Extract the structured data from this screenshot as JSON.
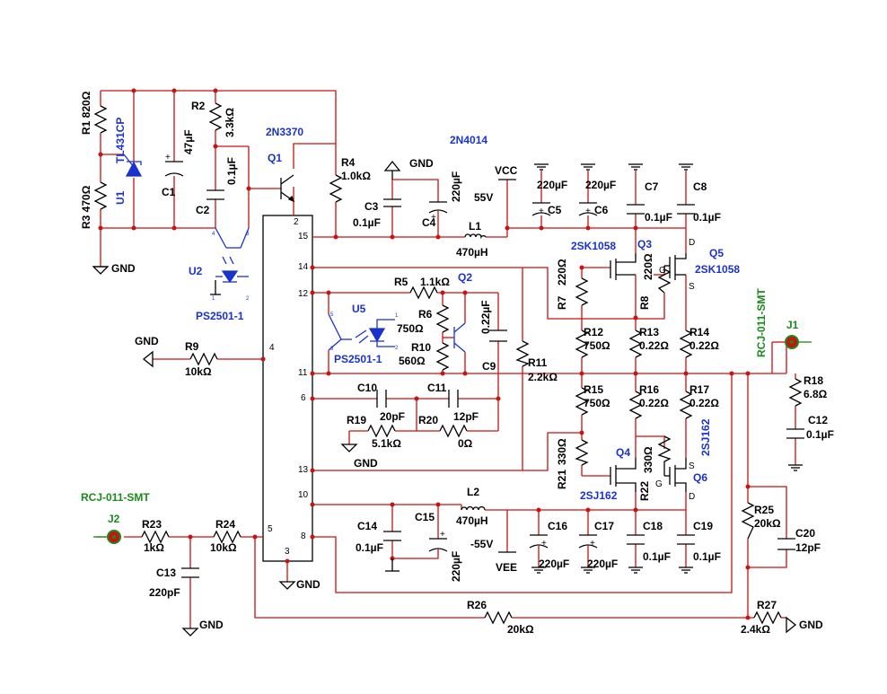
{
  "ic": {
    "pins": {
      "p2": "2",
      "p3": "3",
      "p4": "4",
      "p5": "5",
      "p6": "6",
      "p8": "8",
      "p10": "10",
      "p11": "11",
      "p12": "12",
      "p13": "13",
      "p14": "14",
      "p15": "15"
    }
  },
  "R": {
    "R1": {
      "ref": "R1",
      "val": "820Ω"
    },
    "R2": {
      "ref": "R2",
      "val": "3.3kΩ"
    },
    "R3": {
      "ref": "R3",
      "val": "470Ω"
    },
    "R4": {
      "ref": "R4",
      "val": "1.0kΩ"
    },
    "R5": {
      "ref": "R5",
      "val": "1.1kΩ"
    },
    "R6": {
      "ref": "R6",
      "val": "750Ω"
    },
    "R7": {
      "ref": "R7",
      "val": "220Ω"
    },
    "R8": {
      "ref": "R8",
      "val": "220Ω"
    },
    "R9": {
      "ref": "R9",
      "val": "10kΩ"
    },
    "R10": {
      "ref": "R10",
      "val": "560Ω"
    },
    "R11": {
      "ref": "R11",
      "val": "2.2kΩ"
    },
    "R12": {
      "ref": "R12",
      "val": "750Ω"
    },
    "R13": {
      "ref": "R13",
      "val": "0.22Ω"
    },
    "R14": {
      "ref": "R14",
      "val": "0.22Ω"
    },
    "R15": {
      "ref": "R15",
      "val": "750Ω"
    },
    "R16": {
      "ref": "R16",
      "val": "0.22Ω"
    },
    "R17": {
      "ref": "R17",
      "val": "0.22Ω"
    },
    "R18": {
      "ref": "R18",
      "val": "6.8Ω"
    },
    "R19": {
      "ref": "R19",
      "val": "5.1kΩ"
    },
    "R20": {
      "ref": "R20",
      "val": "0Ω"
    },
    "R21": {
      "ref": "R21",
      "val": "330Ω"
    },
    "R22": {
      "ref": "R22",
      "val": "330Ω"
    },
    "R23": {
      "ref": "R23",
      "val": "1kΩ"
    },
    "R24": {
      "ref": "R24",
      "val": "10kΩ"
    },
    "R25": {
      "ref": "R25",
      "val": "20kΩ"
    },
    "R26": {
      "ref": "R26",
      "val": "20kΩ"
    },
    "R27": {
      "ref": "R27",
      "val": "2.4kΩ"
    }
  },
  "C": {
    "C1": {
      "ref": "C1",
      "val": "47µF"
    },
    "C2": {
      "ref": "C2",
      "val": "0.1µF"
    },
    "C3": {
      "ref": "C3",
      "val": "0.1µF"
    },
    "C4": {
      "ref": "C4",
      "val": "220µF"
    },
    "C5": {
      "ref": "C5",
      "val": "220µF"
    },
    "C6": {
      "ref": "C6",
      "val": "220µF"
    },
    "C7": {
      "ref": "C7",
      "val": "0.1µF"
    },
    "C8": {
      "ref": "C8",
      "val": "0.1µF"
    },
    "C9": {
      "ref": "C9",
      "val": "0.22µF"
    },
    "C10": {
      "ref": "C10",
      "val": "20pF"
    },
    "C11": {
      "ref": "C11",
      "val": "12pF"
    },
    "C12": {
      "ref": "C12",
      "val": "0.1µF"
    },
    "C13": {
      "ref": "C13",
      "val": "220pF"
    },
    "C14": {
      "ref": "C14",
      "val": "0.1µF"
    },
    "C15": {
      "ref": "C15",
      "val": "220µF"
    },
    "C16": {
      "ref": "C16",
      "val": "220µF"
    },
    "C17": {
      "ref": "C17",
      "val": "220µF"
    },
    "C18": {
      "ref": "C18",
      "val": "0.1µF"
    },
    "C19": {
      "ref": "C19",
      "val": "0.1µF"
    },
    "C20": {
      "ref": "C20",
      "val": "12pF"
    }
  },
  "L": {
    "L1": {
      "ref": "L1",
      "val": "470µH"
    },
    "L2": {
      "ref": "L2",
      "val": "470µH"
    }
  },
  "U": {
    "U1": "U1",
    "U1p": "TL431CP",
    "U2": "U2",
    "U2p": "PS2501-1",
    "U5": "U5",
    "U5p": "PS2501-1"
  },
  "Q": {
    "Q1": "Q1",
    "Q1p": "2N3370",
    "Q2": "Q2",
    "Q2p": "2N4014",
    "Q3": "Q3",
    "Q3p": "2SK1058",
    "Q4": "Q4",
    "Q4p": "2SJ162",
    "Q5": "Q5",
    "Q5p": "2SK1058",
    "Q6": "Q6",
    "Q6p": "2SJ162"
  },
  "J": {
    "J1": "J1",
    "J1p": "RCJ-011-SMT",
    "J2": "J2",
    "J2p": "RCJ-011-SMT"
  },
  "net": {
    "gnd": "GND",
    "vcc": "VCC",
    "vcc_v": "55V",
    "vee": "VEE",
    "vee_v": "-55V"
  },
  "fet": {
    "d": "D",
    "g": "G",
    "s": "S"
  }
}
